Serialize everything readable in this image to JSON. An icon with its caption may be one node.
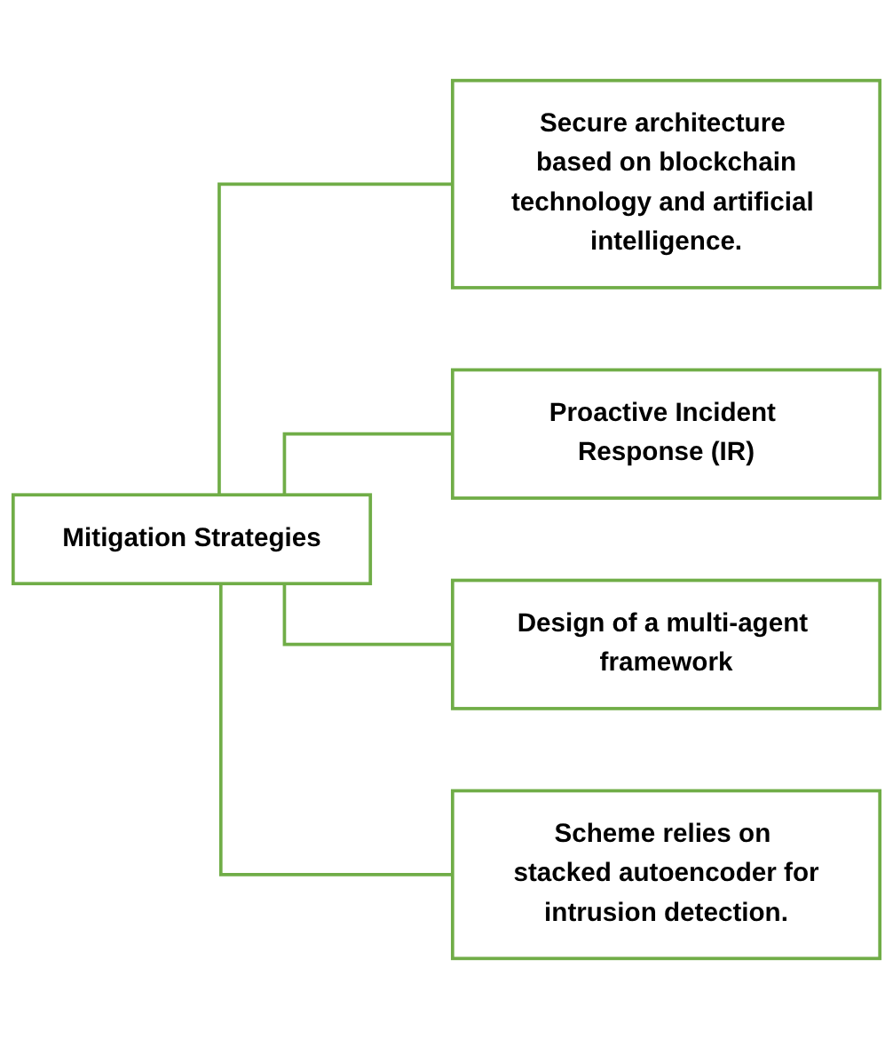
{
  "diagram": {
    "nodes": [
      {
        "text": [
          "Mitigation Strategies"
        ]
      },
      {
        "text": [
          "Secure architecture based on blockchain technology and artificial intelligence."
        ]
      },
      {
        "text": [
          "Proactive Incident Response (IR)"
        ]
      },
      {
        "text": [
          "Design of a multi-agent framework"
        ]
      },
      {
        "text": [
          "Scheme relies on stacked autoencoder for intrusion detection."
        ]
      }
    ],
    "edges": [
      {
        "from": 0,
        "to": 1,
        "arrow": "none"
      },
      {
        "from": 0,
        "to": 2,
        "arrow": "none"
      },
      {
        "from": 0,
        "to": 3,
        "arrow": "none"
      },
      {
        "from": 0,
        "to": 4,
        "arrow": "none"
      }
    ]
  }
}
